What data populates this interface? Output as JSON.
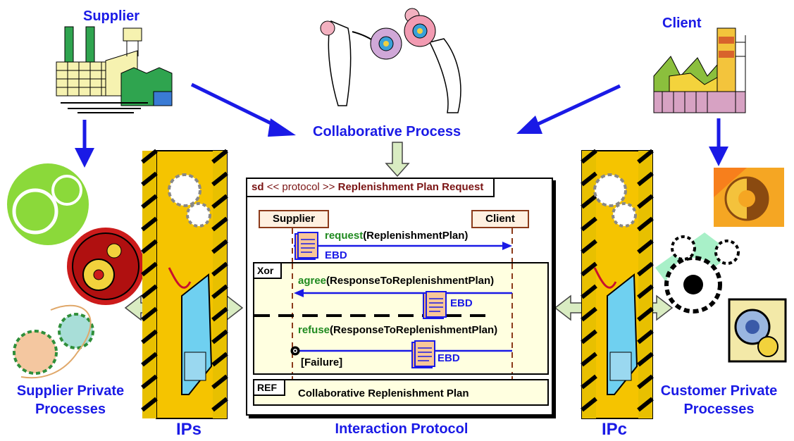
{
  "titles": {
    "supplier": "Supplier",
    "client": "Client",
    "collaborative_process": "Collaborative Process",
    "supplier_private_1": "Supplier Private",
    "supplier_private_2": "Processes",
    "customer_private_1": "Customer Private",
    "customer_private_2": "Processes",
    "ips": "IPs",
    "ipc": "IPc",
    "interaction_protocol": "Interaction Protocol"
  },
  "sequence": {
    "frame_sd": "sd",
    "frame_stereotype": "<< protocol >>",
    "frame_name": "Replenishment Plan Request",
    "lifeline_supplier": "Supplier",
    "lifeline_client": "Client",
    "msg_request_op": "request",
    "msg_request_arg": "(ReplenishmentPlan)",
    "fragment_xor": "Xor",
    "msg_agree_op": "agree",
    "msg_agree_arg": "(ResponseToReplenishmentPlan)",
    "msg_refuse_op": "refuse",
    "msg_refuse_arg": "(ResponseToReplenishmentPlan)",
    "failure": "[Failure]",
    "ebd": "EBD",
    "ref_label": "REF",
    "ref_text": "Collaborative Replenishment Plan"
  },
  "colors": {
    "accent_blue": "#1a1ae6",
    "operation_green": "#1f8a1f",
    "frame_title_red": "#7a1414",
    "fragment_fill": "#ffffe0",
    "lifeline_fill": "#fff0e0",
    "double_arrow_fill": "#d9ecc2"
  },
  "icons": [
    "factory-icon",
    "people-gears-icon",
    "client-factory-icon",
    "gears-icon",
    "interface-tower-icon",
    "document-icon"
  ]
}
